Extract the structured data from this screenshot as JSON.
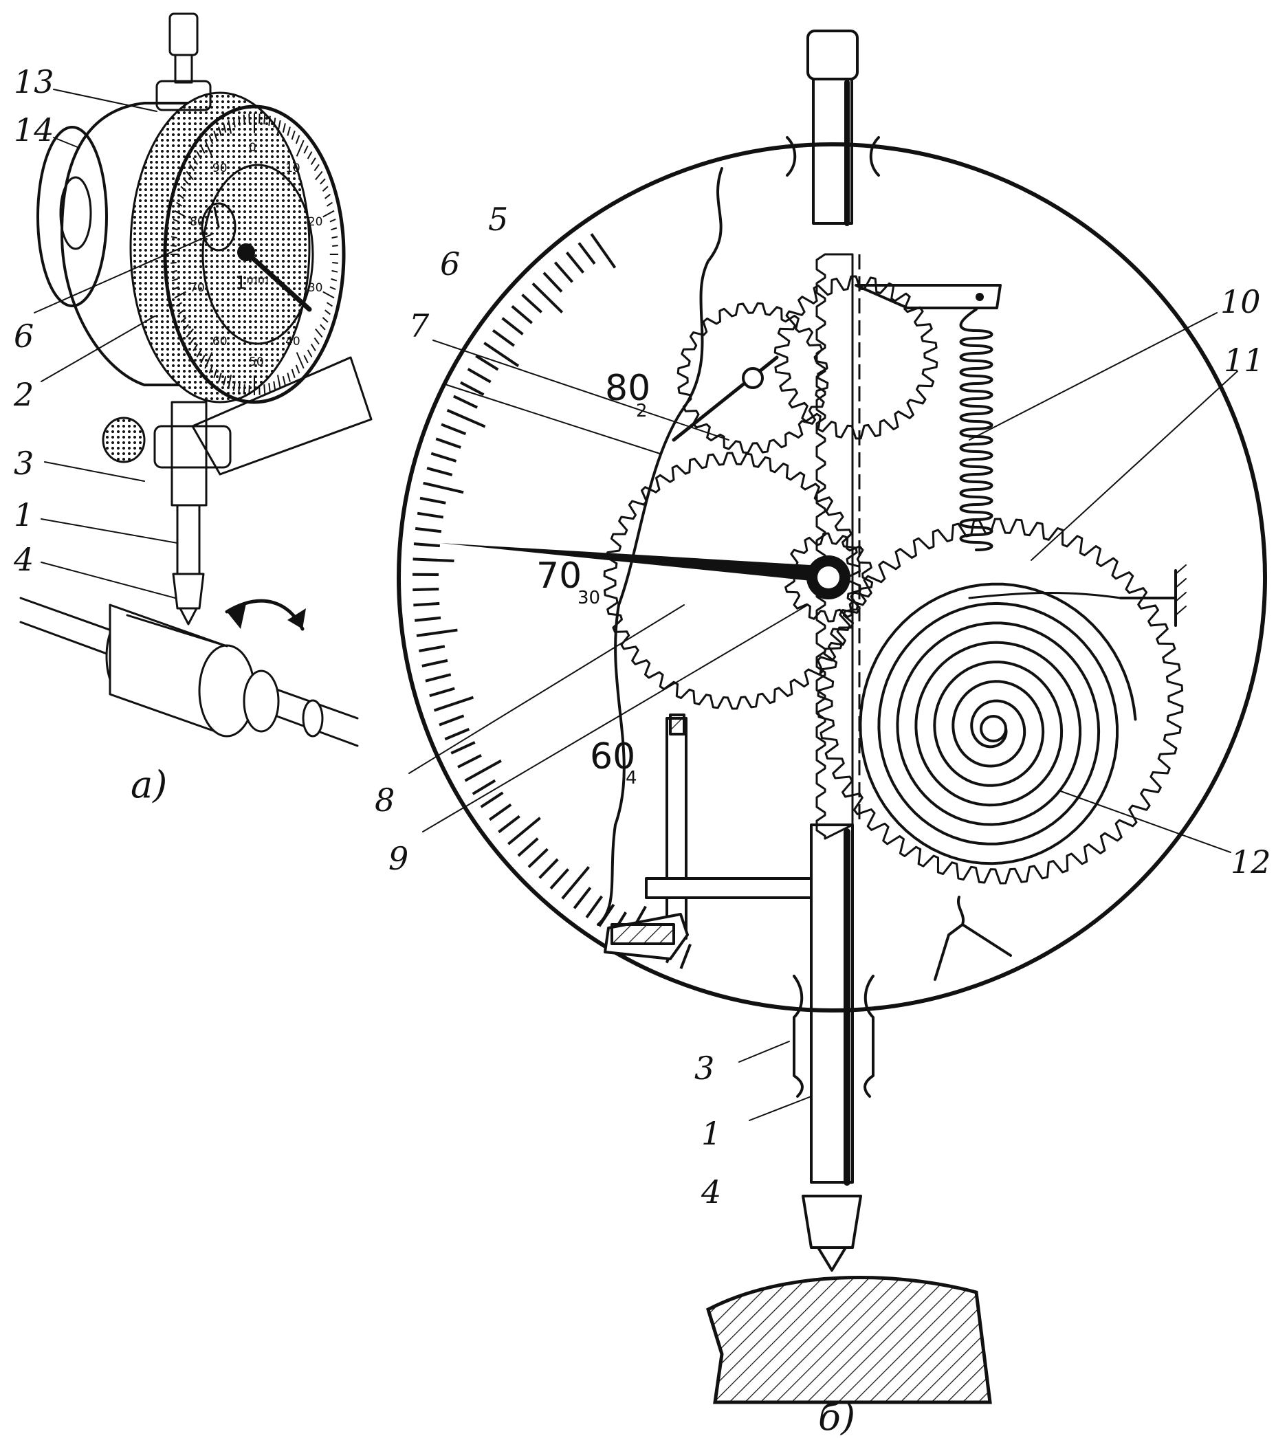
{
  "figure": {
    "captions": {
      "a": "а)",
      "b": "б)"
    },
    "labels_a": [
      {
        "id": "13",
        "text": "13"
      },
      {
        "id": "14",
        "text": "14"
      },
      {
        "id": "6",
        "text": "6"
      },
      {
        "id": "2",
        "text": "2"
      },
      {
        "id": "3",
        "text": "3"
      },
      {
        "id": "1",
        "text": "1"
      },
      {
        "id": "4",
        "text": "4"
      }
    ],
    "labels_b": [
      {
        "id": "5",
        "text": "5"
      },
      {
        "id": "6",
        "text": "6"
      },
      {
        "id": "7",
        "text": "7"
      },
      {
        "id": "8",
        "text": "8"
      },
      {
        "id": "9",
        "text": "9"
      },
      {
        "id": "10",
        "text": "10"
      },
      {
        "id": "11",
        "text": "11"
      },
      {
        "id": "12",
        "text": "12"
      },
      {
        "id": "3",
        "text": "3"
      },
      {
        "id": "1",
        "text": "1"
      },
      {
        "id": "4",
        "text": "4"
      }
    ],
    "dial_a": {
      "unit": "1ᵐᵐ",
      "scale": [
        "0",
        "10",
        "20",
        "30",
        "40",
        "50",
        "60",
        "70",
        "80",
        "90"
      ]
    },
    "dial_b": {
      "numerals": [
        "80",
        "70",
        "60"
      ],
      "sub_numerals": [
        "2",
        "30",
        "4"
      ]
    }
  }
}
